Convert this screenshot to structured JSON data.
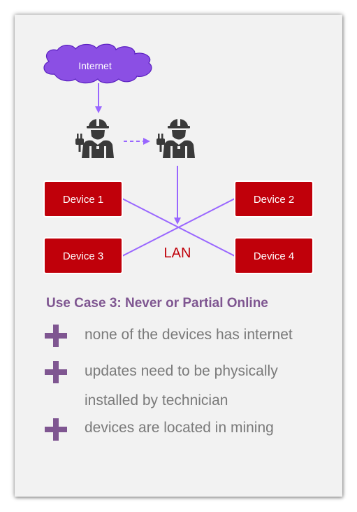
{
  "diagram": {
    "cloud_label": "Internet",
    "lan_label": "LAN",
    "devices": [
      "Device 1",
      "Device 2",
      "Device 3",
      "Device 4"
    ],
    "colors": {
      "cloud_fill": "#8b4fe4",
      "arrow": "#9966ff",
      "device_fill": "#c0000a",
      "lan_text": "#c0000a",
      "technician": "#3a3a3a"
    }
  },
  "use_case": {
    "title": "Use Case 3: Never or Partial Online",
    "bullets": [
      "none of the devices has internet",
      "updates need to be physically",
      "installed by technician",
      "devices are located in mining"
    ]
  }
}
